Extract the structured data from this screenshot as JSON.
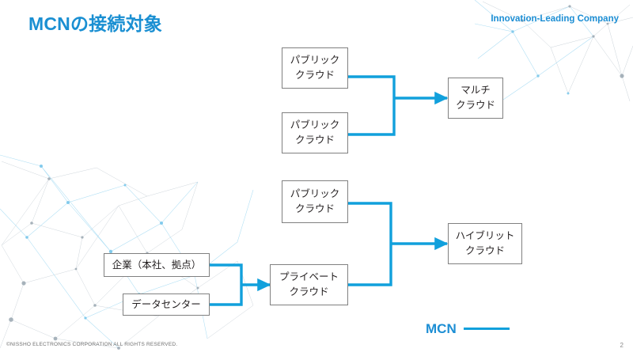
{
  "slide": {
    "title": "MCNの接続対象",
    "tagline": "Innovation-Leading Company",
    "accent_color": "#1c8ed4",
    "connector_color": "#11a0dc",
    "box_border_color": "#808080",
    "background_color": "#ffffff"
  },
  "diagrams": [
    {
      "id": "multi-cloud",
      "sources": [
        {
          "line1": "パブリック",
          "line2": "クラウド"
        },
        {
          "line1": "パブリック",
          "line2": "クラウド"
        }
      ],
      "target": {
        "line1": "マルチ",
        "line2": "クラウド"
      }
    },
    {
      "id": "hybrid-cloud",
      "sources": [
        {
          "line1": "パブリック",
          "line2": "クラウド"
        }
      ],
      "onprem": [
        {
          "line1": "企業（本社、拠点）",
          "line2": ""
        },
        {
          "line1": "データセンター",
          "line2": ""
        }
      ],
      "middle": {
        "line1": "プライベート",
        "line2": "クラウド"
      },
      "target": {
        "line1": "ハイブリット",
        "line2": "クラウド"
      }
    }
  ],
  "legend": {
    "label": "MCN"
  },
  "footer": {
    "copyright": "©NISSHO ELECTRONICS CORPORATION ALL RIGHTS RESERVED.",
    "page_number": "2"
  }
}
